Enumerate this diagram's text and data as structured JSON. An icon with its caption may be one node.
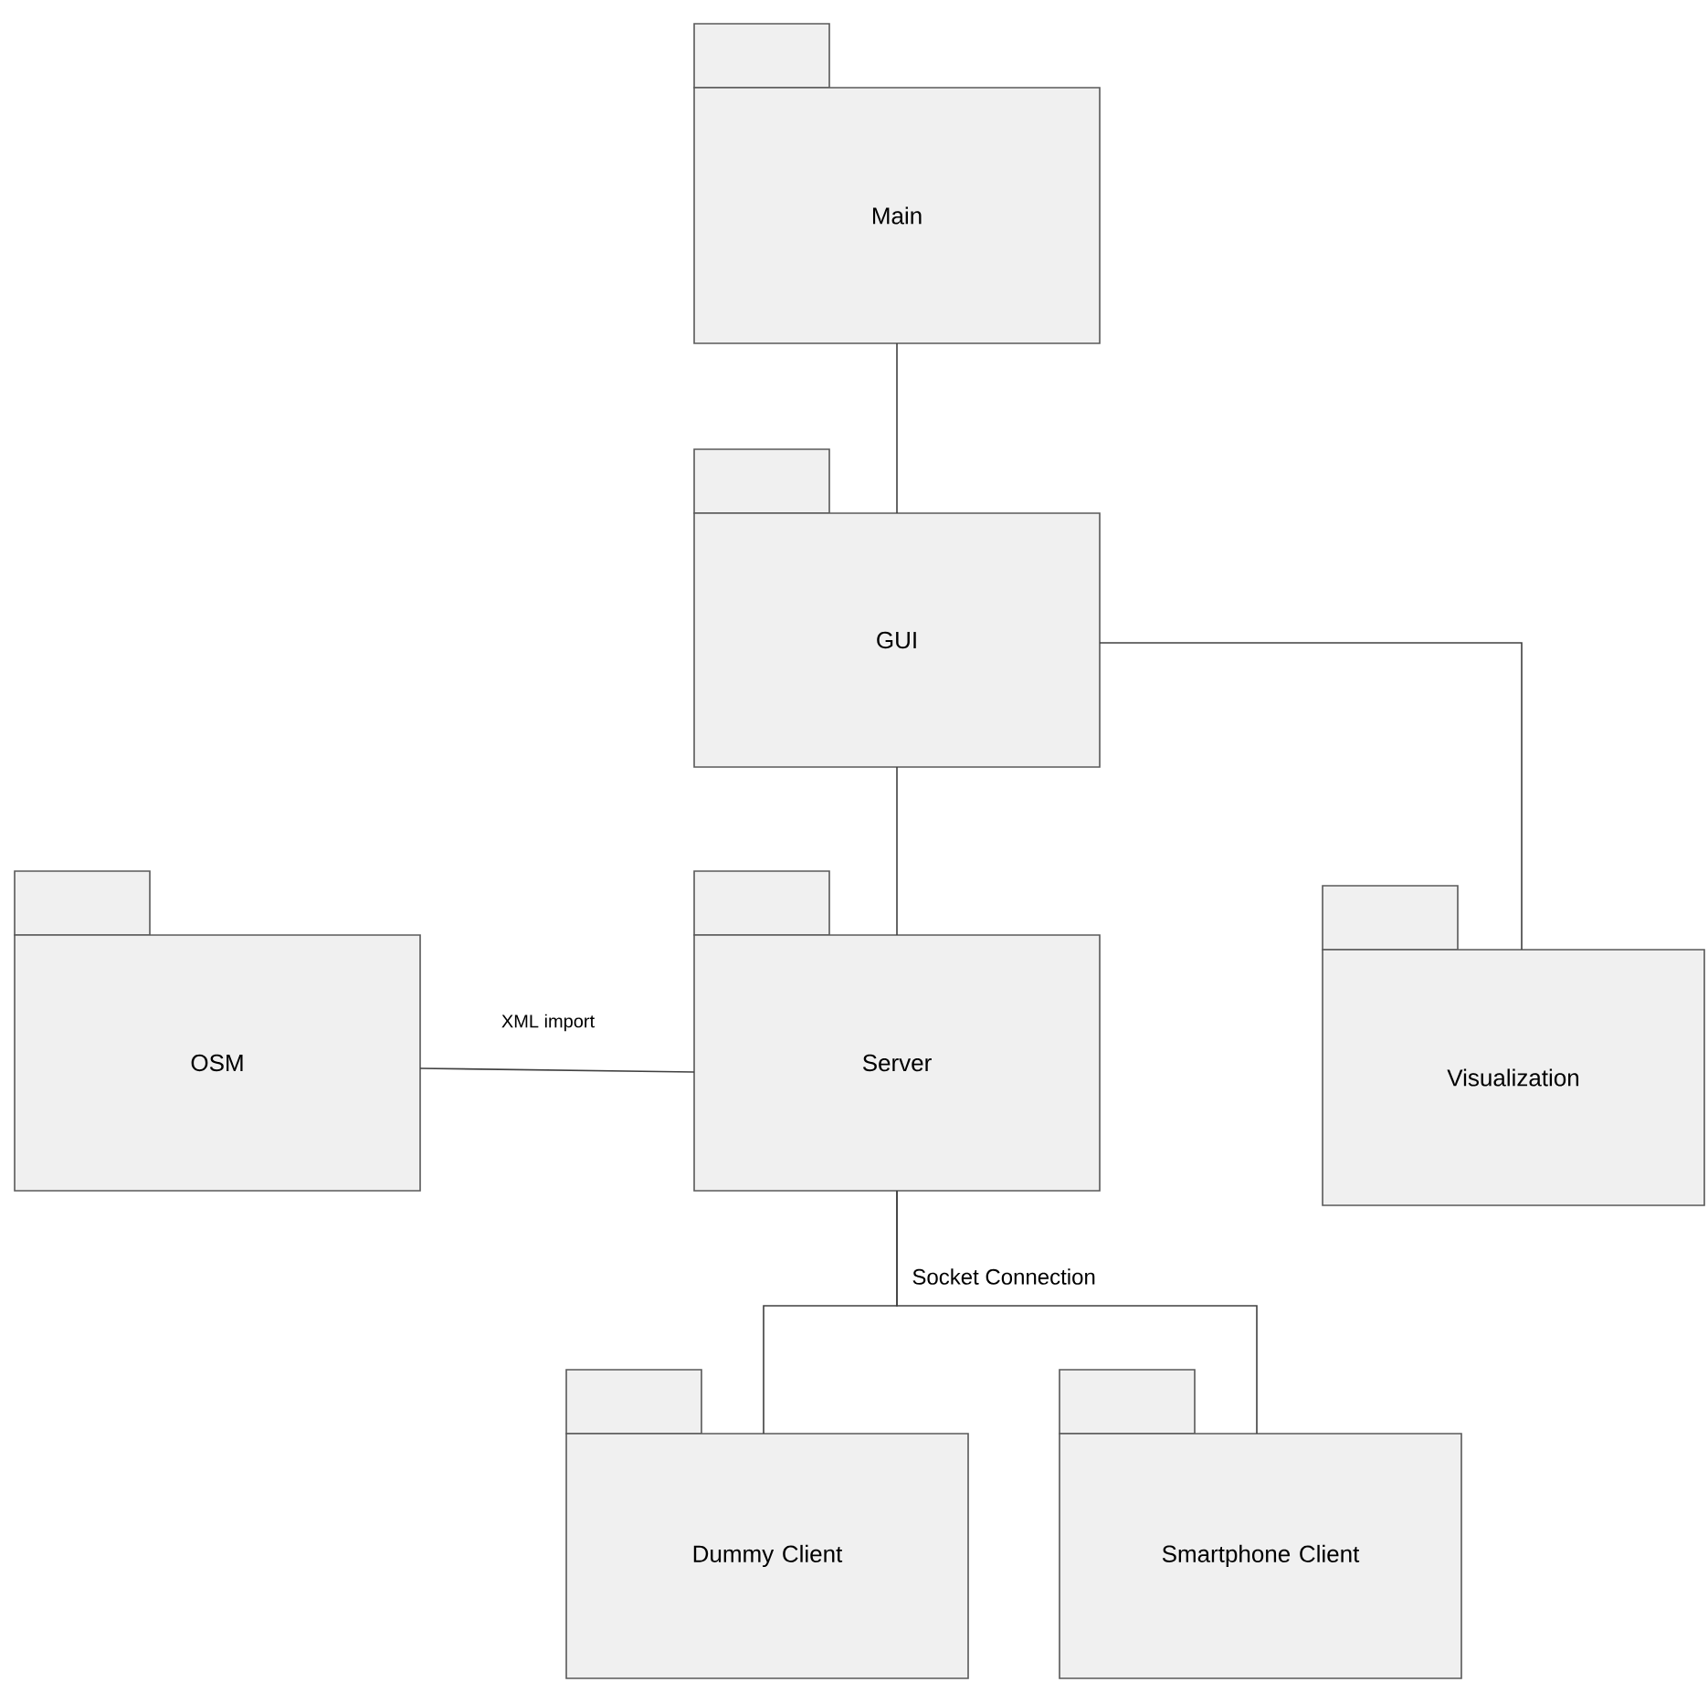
{
  "diagram": {
    "nodes": [
      {
        "text": [
          "Main"
        ]
      },
      {
        "text": [
          "GUI"
        ]
      },
      {
        "text": [
          "OSM"
        ]
      },
      {
        "text": [
          "Server"
        ]
      },
      {
        "text": [
          "Visualization"
        ]
      },
      {
        "text": [
          "Dummy Client"
        ]
      },
      {
        "text": [
          "Smartphone Client"
        ]
      }
    ],
    "edges": [
      {
        "from": 0,
        "to": 1,
        "arrow": "none"
      },
      {
        "from": 1,
        "to": 4,
        "arrow": "none"
      },
      {
        "from": 1,
        "to": 3,
        "arrow": "none"
      },
      {
        "from": 2,
        "to": 3,
        "arrow": "none",
        "label": "XML import"
      },
      {
        "from": 3,
        "to": 5,
        "arrow": "none",
        "label": "Socket Connection"
      },
      {
        "from": 3,
        "to": 6,
        "arrow": "none"
      }
    ]
  }
}
